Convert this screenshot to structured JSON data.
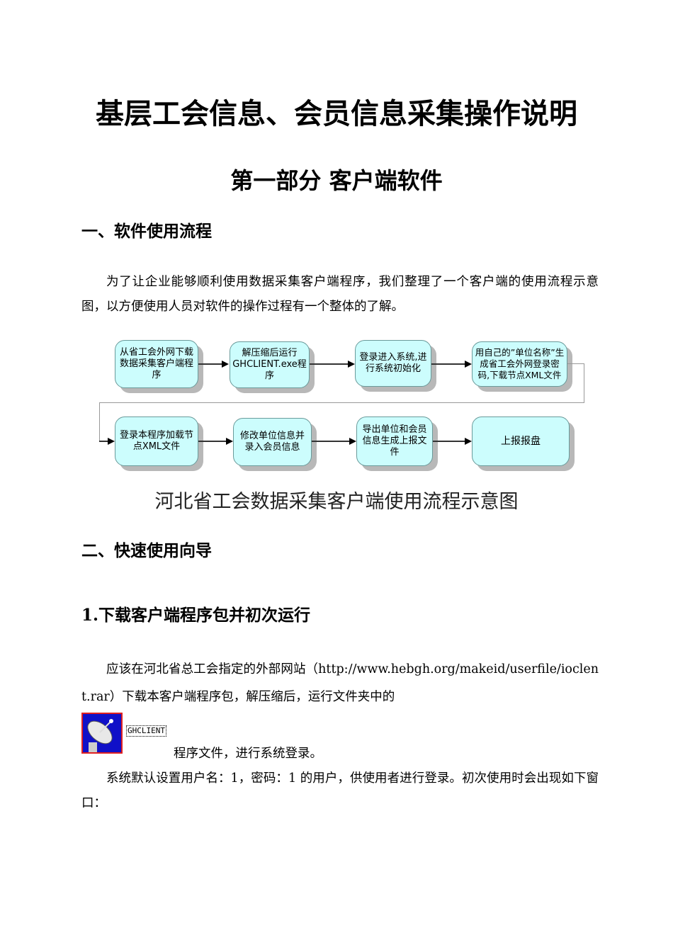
{
  "title": "基层工会信息、会员信息采集操作说明",
  "part": "第一部分  客户端软件",
  "section1": {
    "heading": "一、软件使用流程",
    "para": "为了让企业能够顺利使用数据采集客户端程序，我们整理了一个客户端的使用流程示意图，以方便使用人员对软件的操作过程有一个整体的了解。"
  },
  "flow": {
    "steps": [
      "从省工会外网下载数据采集客户端程序",
      "解压缩后运行GHCLIENT.exe程序",
      "登录进入系统,进行系统初始化",
      "用自己的”单位名称”生成省工会外网登录密码,下载节点XML文件",
      "登录本程序加载节点XML文件",
      "修改单位信息并录入会员信息",
      "导出单位和会员信息生成上报文件",
      "上报报盘"
    ],
    "caption": "河北省工会数据采集客户端使用流程示意图"
  },
  "section2": {
    "heading": "二、快速使用向导",
    "sub1": "1.下载客户端程序包并初次运行",
    "para1": "应该在河北省总工会指定的外部网站（http://www.hebgh.org/makeid/userfile/ioclent.rar）下载本客户端程序包，解压缩后，运行文件夹中的",
    "icon_label": "GHCLIENT",
    "para1_tail": "程序文件，进行系统登录。",
    "para2": "系统默认设置用户名：1，密码：1 的用户，供使用者进行登录。初次使用时会出现如下窗口："
  }
}
